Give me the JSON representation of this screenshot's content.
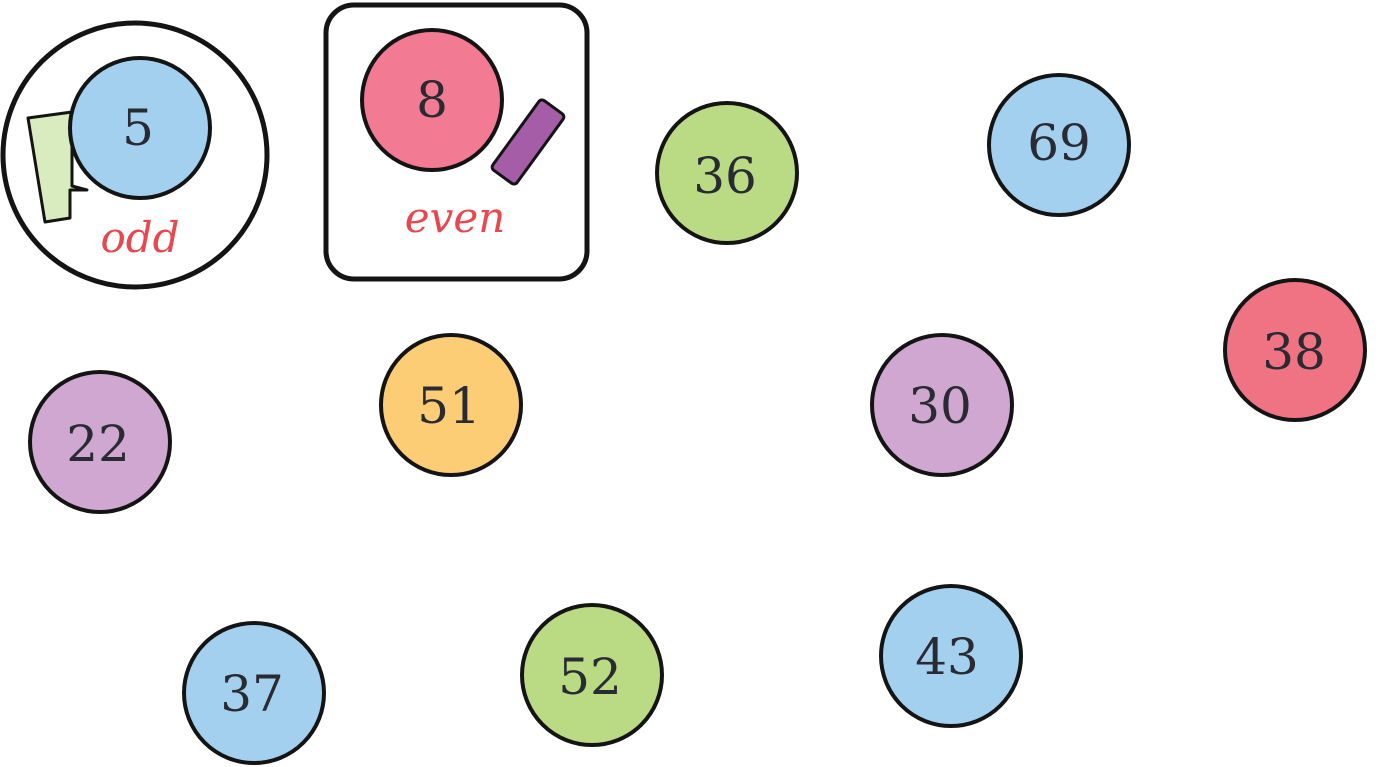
{
  "containers": {
    "odd": {
      "label": "odd",
      "example": "5",
      "example_color": "#a3d0ef",
      "tool_color": "#d9ecbf"
    },
    "even": {
      "label": "even",
      "example": "8",
      "example_color": "#f27a92",
      "tool_color": "#a65da7"
    }
  },
  "balls": [
    {
      "value": "36",
      "color": "#badb84"
    },
    {
      "value": "69",
      "color": "#a3d0ef"
    },
    {
      "value": "38",
      "color": "#f07384"
    },
    {
      "value": "22",
      "color": "#cfa7d0"
    },
    {
      "value": "51",
      "color": "#fdcd76"
    },
    {
      "value": "30",
      "color": "#cfa7d0"
    },
    {
      "value": "37",
      "color": "#a3d0ef"
    },
    {
      "value": "52",
      "color": "#badb84"
    },
    {
      "value": "43",
      "color": "#a3d0ef"
    }
  ]
}
